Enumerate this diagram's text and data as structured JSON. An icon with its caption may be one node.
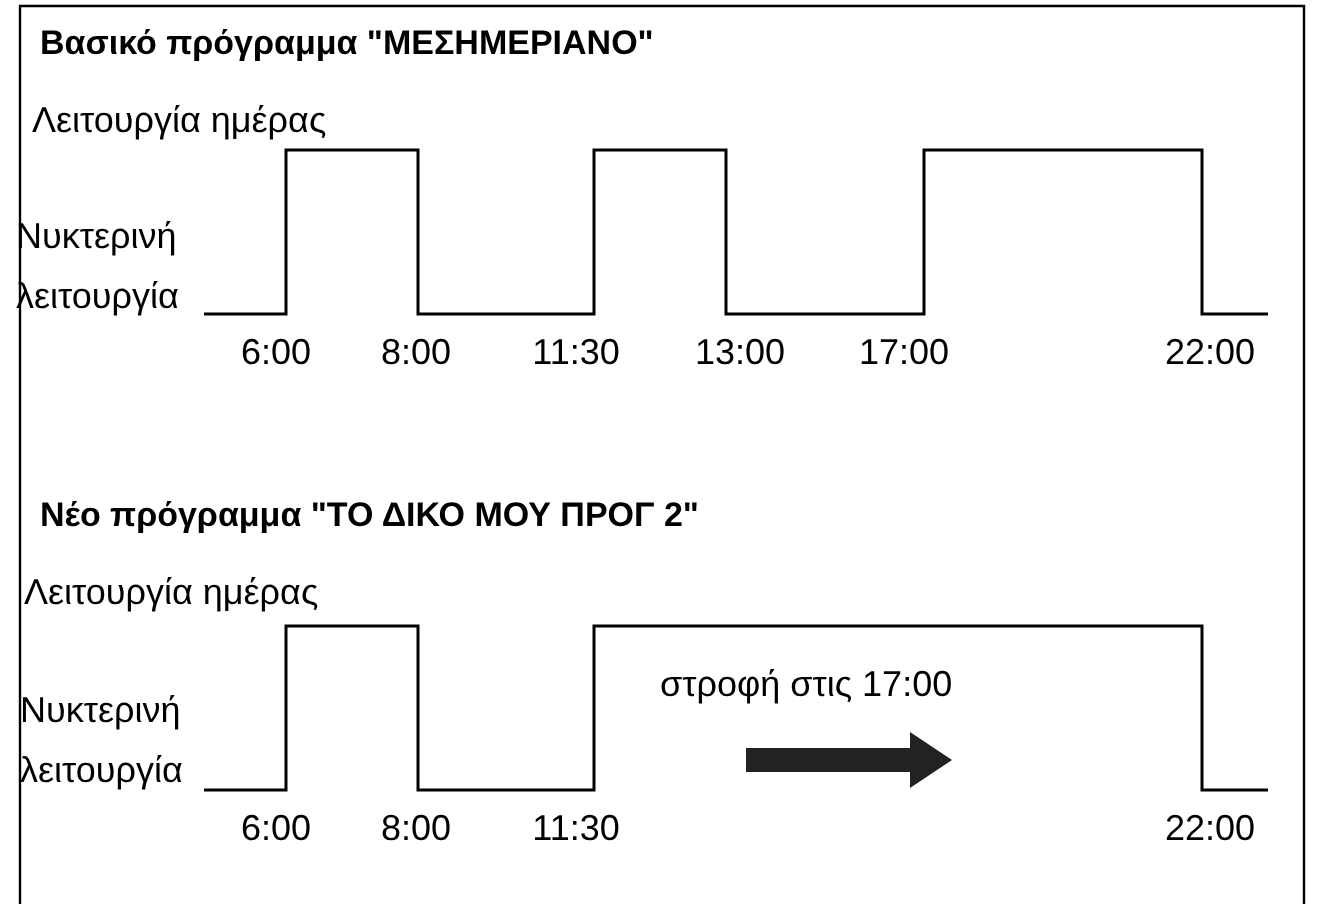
{
  "diagram": {
    "labels": [
      "Βασικό πρόγραμμα \"ΜΕΣΗΜΕΡΙΑΝΟ\"",
      "Λειτουργία ημέρας",
      "Νυκτερινή λειτουργία",
      "6:00",
      "8:00",
      "11:30",
      "13:00",
      "17:00",
      "22:00",
      "Νέο πρόγραμμα \"ΤΟ ΔΙΚΟ ΜΟΥ ΠΡΟΓ 2\"",
      "Λειτουργία ημέρας",
      "Νυκτερινή λειτουργία",
      "στροφή στις 17:00",
      "6:00",
      "8:00",
      "11:30",
      "22:00"
    ]
  }
}
